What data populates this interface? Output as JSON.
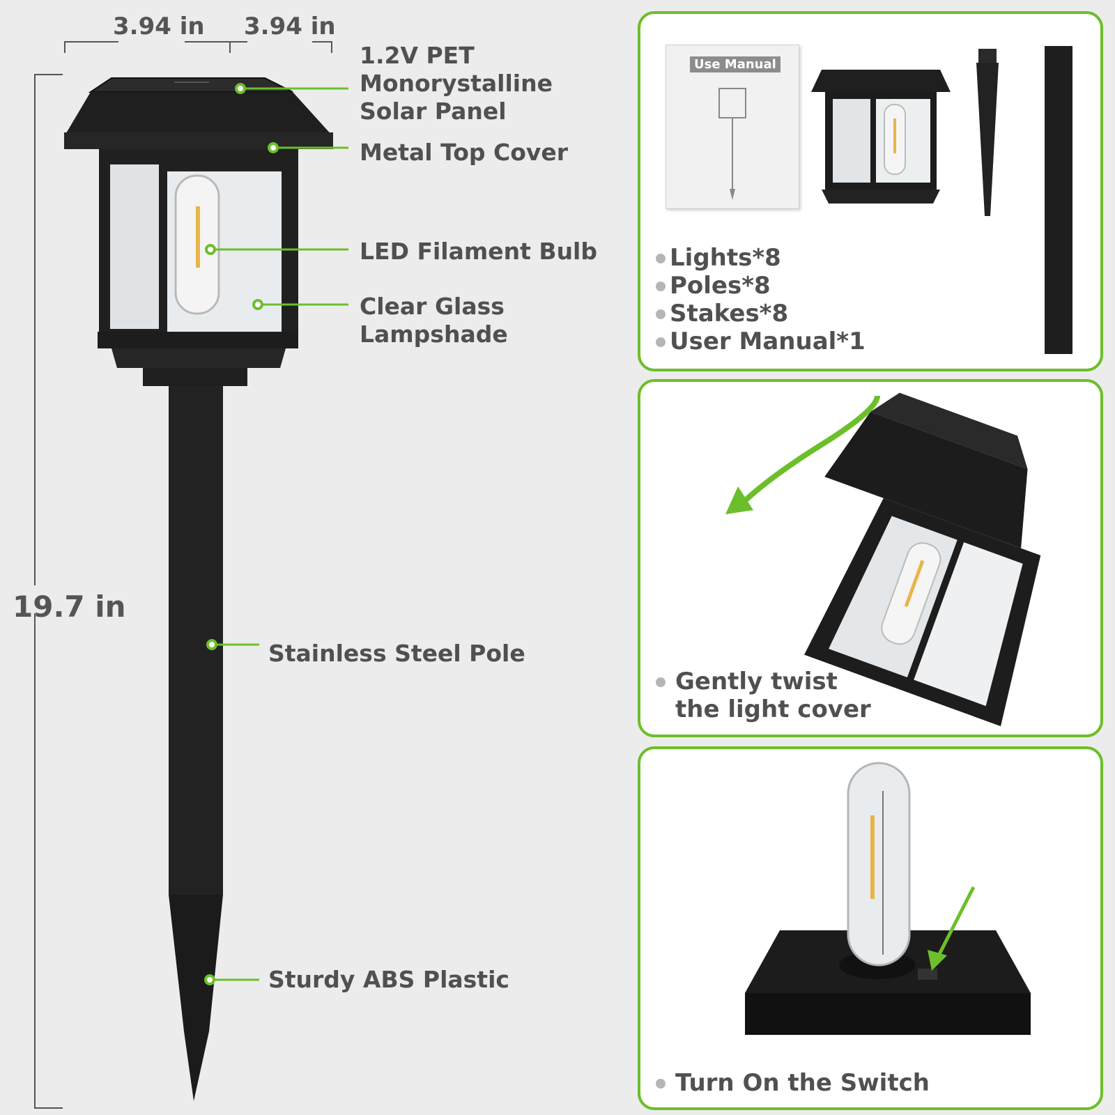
{
  "dimensions": {
    "width_left": "3.94 in",
    "width_right": "3.94 in",
    "height": "19.7 in"
  },
  "callouts": {
    "solar_panel": [
      "1.2V PET",
      "Monorystalline",
      "Solar Panel"
    ],
    "top_cover": "Metal Top Cover",
    "bulb": "LED Filament Bulb",
    "lampshade": [
      "Clear Glass",
      "Lampshade"
    ],
    "pole": "Stainless Steel Pole",
    "stake": "Sturdy ABS Plastic"
  },
  "package_panel": {
    "manual_tag": "Use Manual",
    "contents": [
      "Lights*8",
      "Poles*8",
      "Stakes*8",
      "User Manual*1"
    ]
  },
  "twist_panel": {
    "note": [
      "Gently twist",
      "the light cover"
    ]
  },
  "switch_panel": {
    "note": "Turn On the Switch"
  },
  "colors": {
    "accent_green": "#6cbf2a",
    "background": "#ececec",
    "text": "#505050",
    "product_black": "#1e1e1e"
  }
}
